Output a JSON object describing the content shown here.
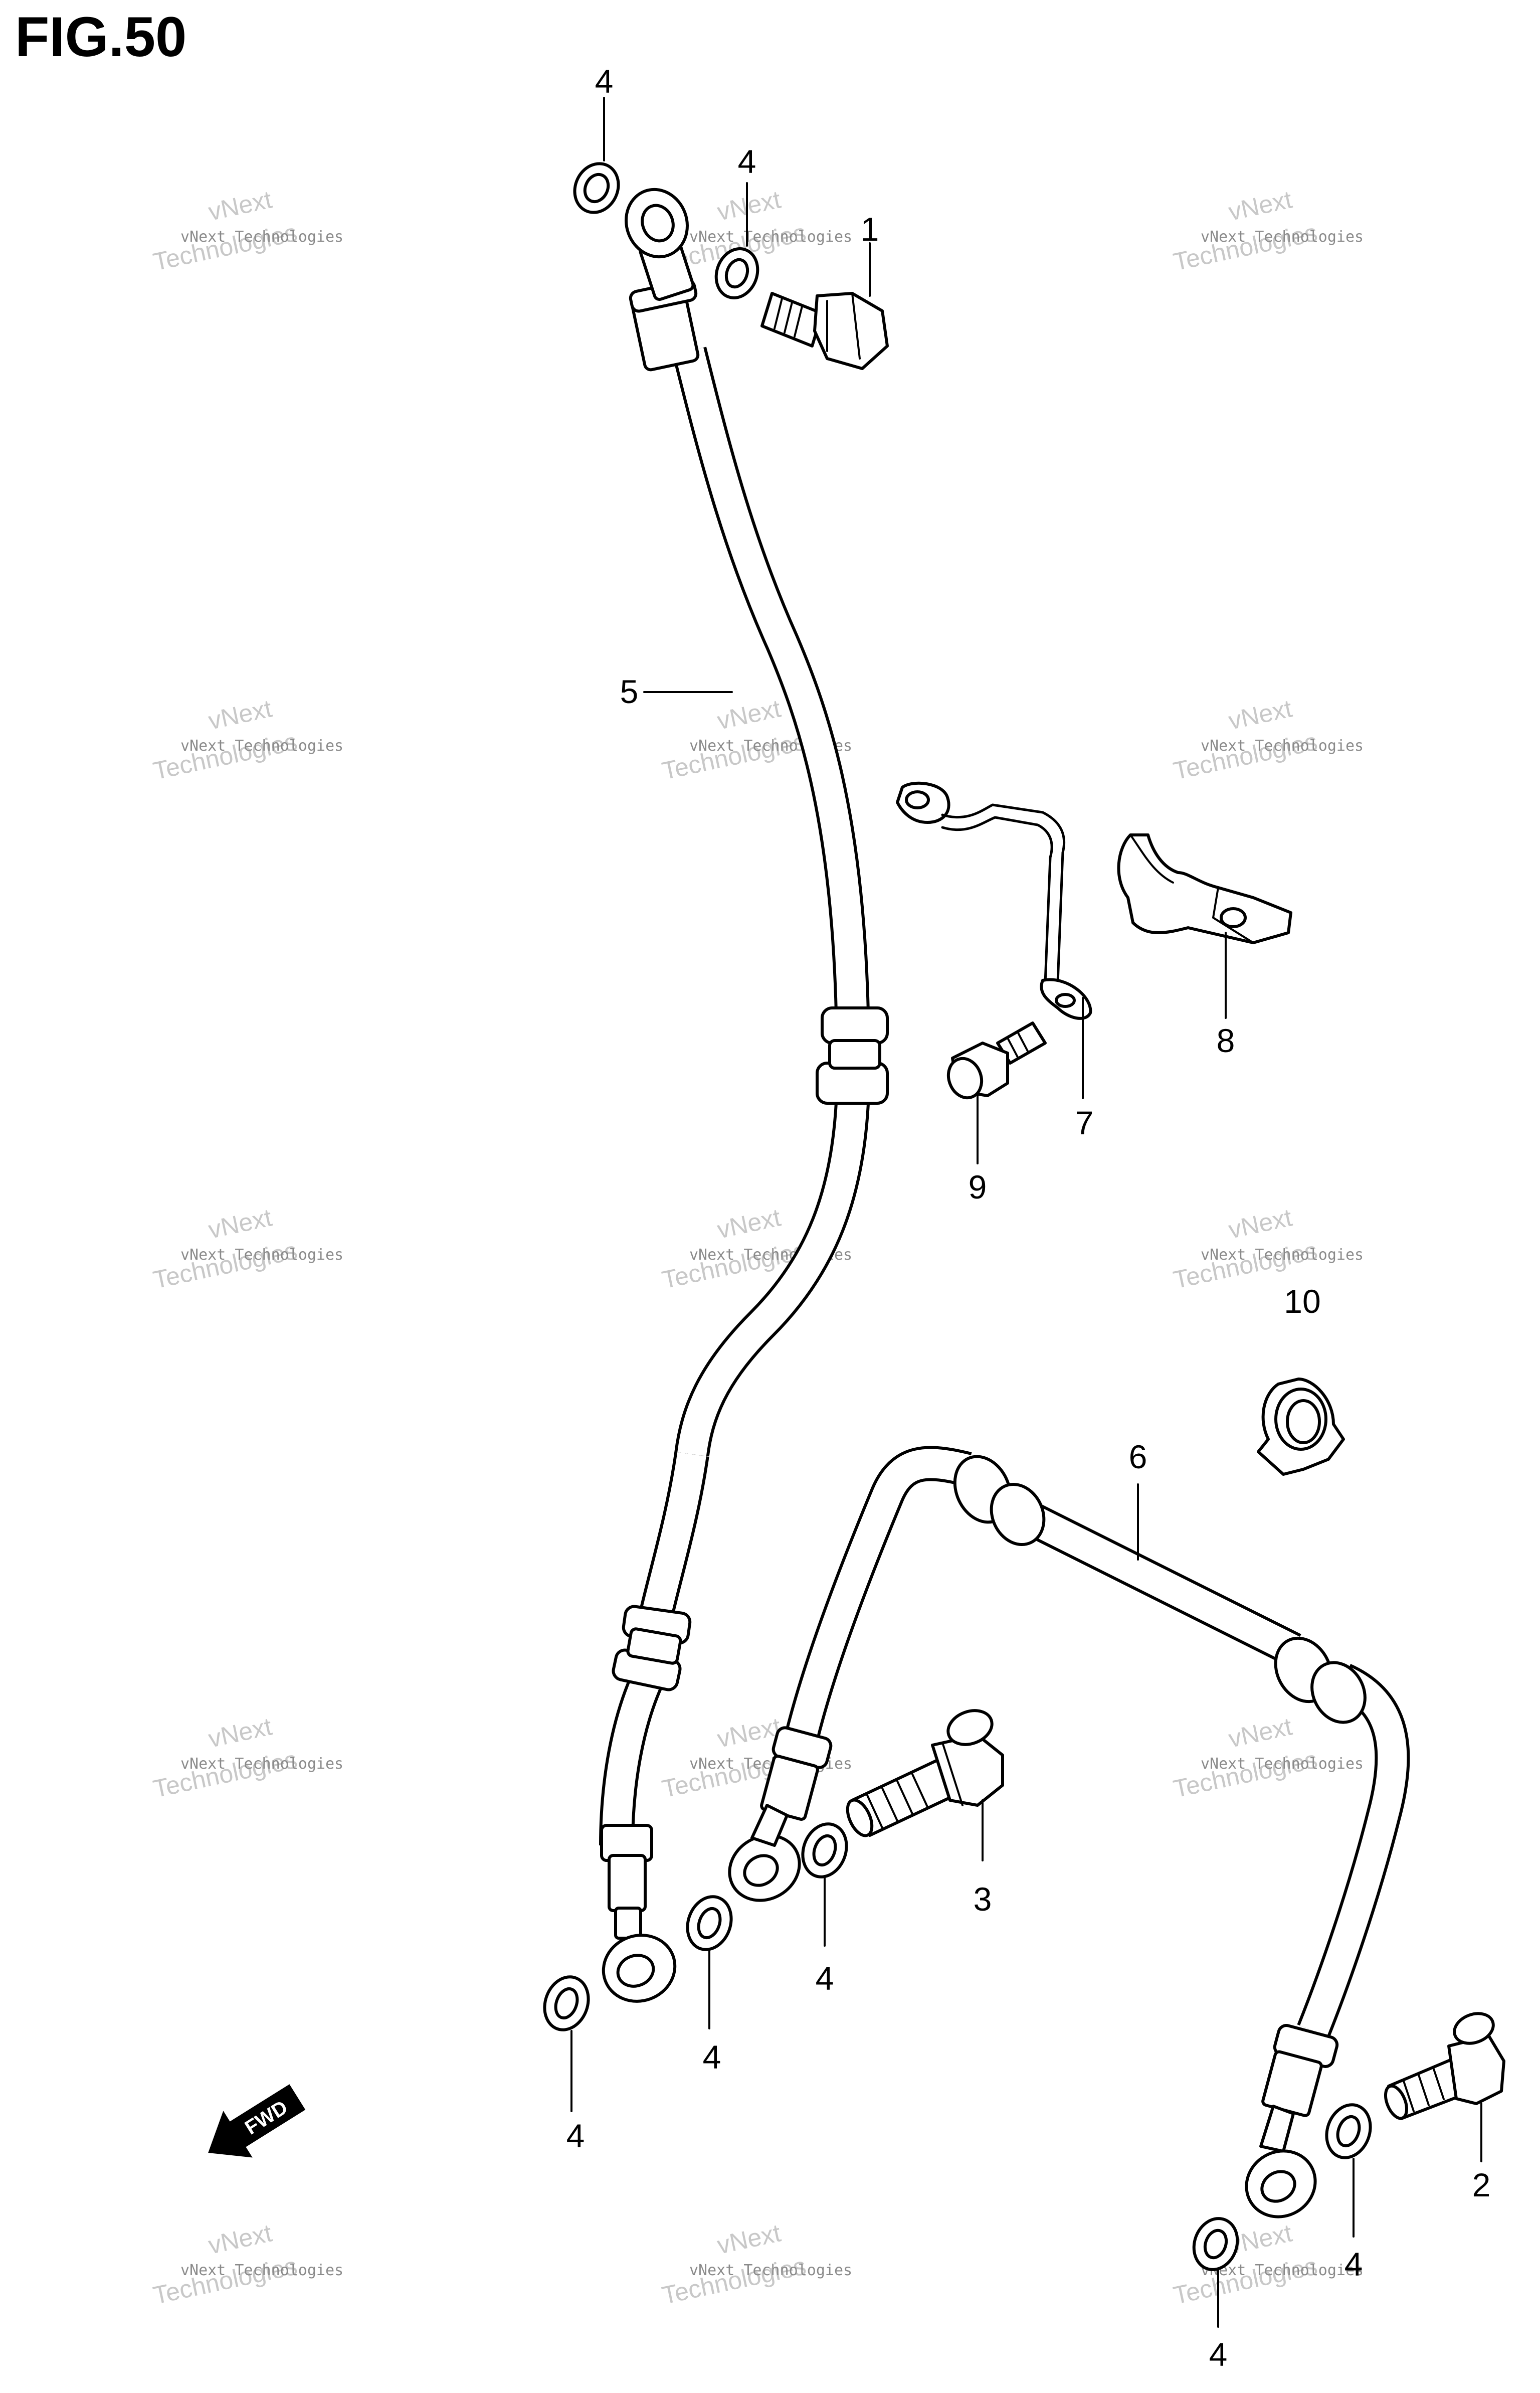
{
  "figure": {
    "title": "FIG.50"
  },
  "callouts": [
    {
      "id": "c4-top-left",
      "label": "4"
    },
    {
      "id": "c4-top",
      "label": "4"
    },
    {
      "id": "c1",
      "label": "1"
    },
    {
      "id": "c5",
      "label": "5"
    },
    {
      "id": "c7",
      "label": "7"
    },
    {
      "id": "c8",
      "label": "8"
    },
    {
      "id": "c9",
      "label": "9"
    },
    {
      "id": "c10",
      "label": "10"
    },
    {
      "id": "c6",
      "label": "6"
    },
    {
      "id": "c3",
      "label": "3"
    },
    {
      "id": "c4-mid",
      "label": "4"
    },
    {
      "id": "c4-lower-mid",
      "label": "4"
    },
    {
      "id": "c4-bottom-left",
      "label": "4"
    },
    {
      "id": "c2",
      "label": "2"
    },
    {
      "id": "c4-bottom-right",
      "label": "4"
    },
    {
      "id": "c4-bottom",
      "label": "4"
    }
  ],
  "fwd_arrow": {
    "label": "FWD"
  },
  "watermark": {
    "line1": "vNext",
    "line2": "Technologies",
    "small": "vNext Technologies"
  }
}
